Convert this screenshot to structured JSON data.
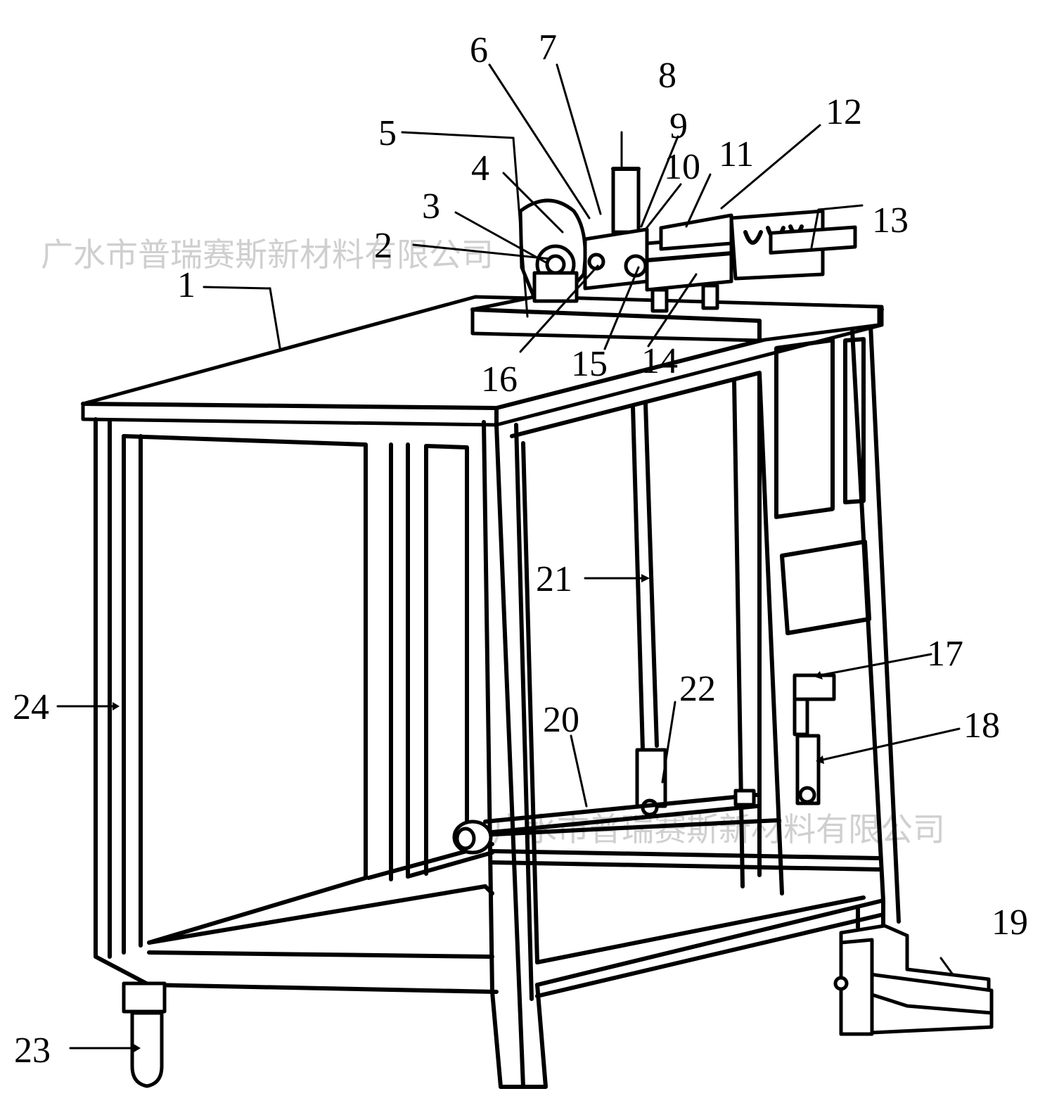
{
  "watermark": "广水市普瑞赛斯新材料有限公司",
  "callouts": {
    "c1": "1",
    "c2": "2",
    "c3": "3",
    "c4": "4",
    "c5": "5",
    "c6": "6",
    "c7": "7",
    "c8": "8",
    "c9": "9",
    "c10": "10",
    "c11": "11",
    "c12": "12",
    "c13": "13",
    "c14": "14",
    "c15": "15",
    "c16": "16",
    "c17": "17",
    "c18": "18",
    "c19": "19",
    "c20": "20",
    "c21": "21",
    "c22": "22",
    "c23": "23",
    "c24": "24"
  }
}
